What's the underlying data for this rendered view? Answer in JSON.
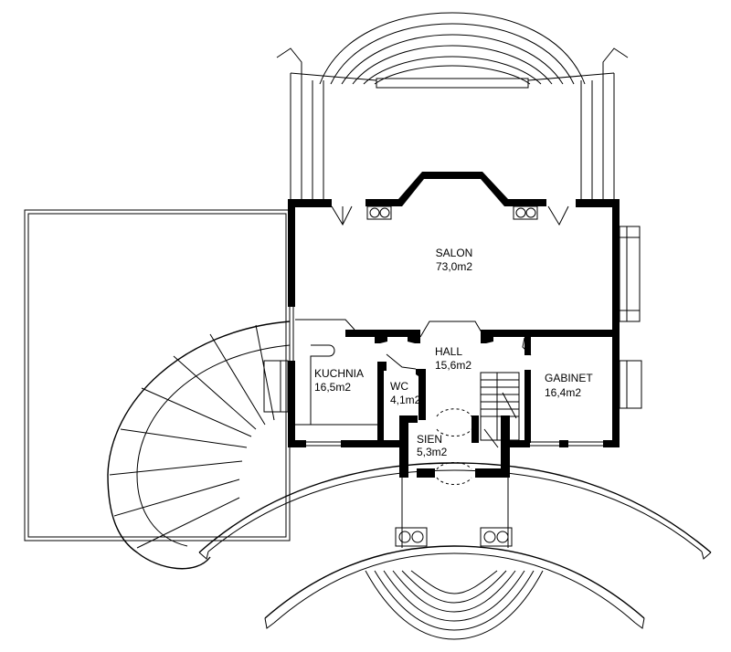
{
  "rooms": [
    {
      "id": "salon",
      "name": "SALON",
      "area": "73,0m2"
    },
    {
      "id": "hall",
      "name": "HALL",
      "area": "15,6m2"
    },
    {
      "id": "kuchnia",
      "name": "KUCHNIA",
      "area": "16,5m2"
    },
    {
      "id": "wc",
      "name": "WC",
      "area": "4,1m2"
    },
    {
      "id": "gabinet",
      "name": "GABINET",
      "area": "16,4m2"
    },
    {
      "id": "sien",
      "name": "SIEN",
      "area": "5,3m2"
    }
  ],
  "colors": {
    "line": "#000000",
    "background": "#ffffff"
  }
}
